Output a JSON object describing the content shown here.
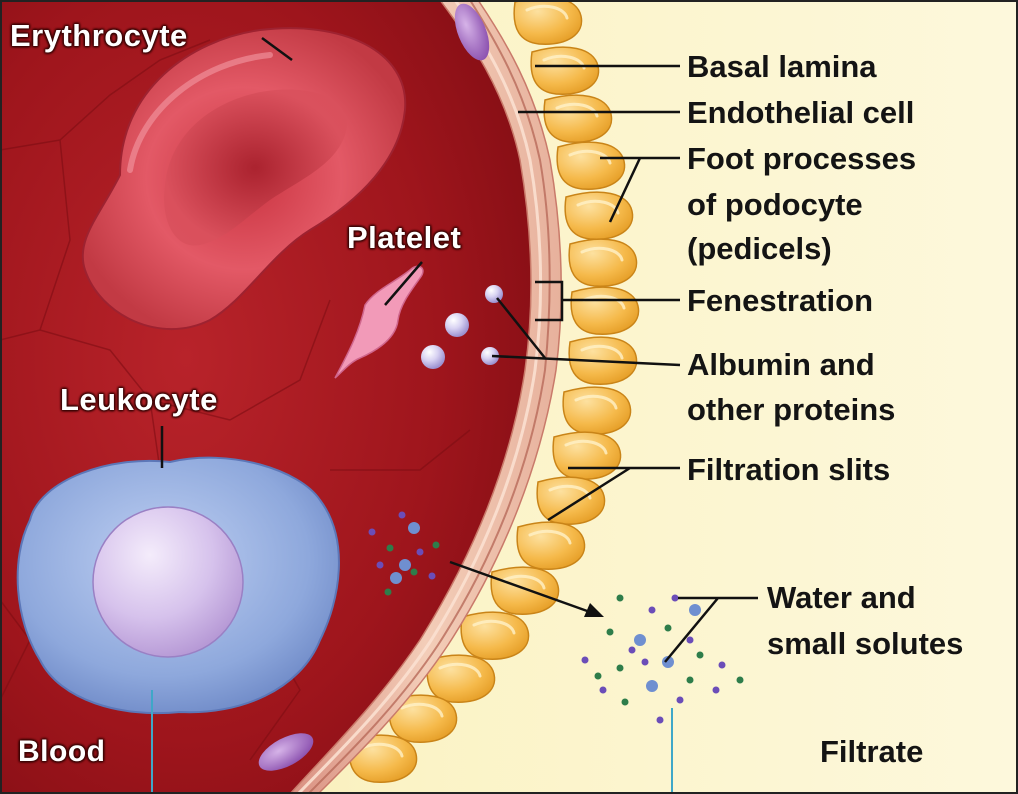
{
  "labels": {
    "erythrocyte": "Erythrocyte",
    "platelet": "Platelet",
    "leukocyte": "Leukocyte",
    "blood": "Blood",
    "filtrate": "Filtrate",
    "basal_lamina": "Basal lamina",
    "endothelial_cell": "Endothelial cell",
    "foot_processes": [
      "Foot processes",
      "of podocyte",
      "(pedicels)"
    ],
    "fenestration": "Fenestration",
    "albumin": [
      "Albumin and",
      "other proteins"
    ],
    "filtration_slits": "Filtration slits",
    "water_solutes": [
      "Water and",
      "small solutes"
    ]
  },
  "colors": {
    "blood_dark": "#a3151d",
    "blood_mid": "#c3272c",
    "erythrocyte": "#e0505a",
    "filtrate": "#fbf4c8",
    "podocyte": "#f3b340",
    "endothelium": "#efc3ad",
    "leukocyte": "#8fa9dc",
    "nucleus": "#d8c3ec",
    "platelet": "#f08fb0",
    "protein": "#c9c4ec",
    "solute_purple": "#6b4db8",
    "solute_green": "#2e7d4a",
    "solute_blue": "#6f8fd0",
    "leader_line": "#111111",
    "blue_line": "#3fa7c8"
  }
}
